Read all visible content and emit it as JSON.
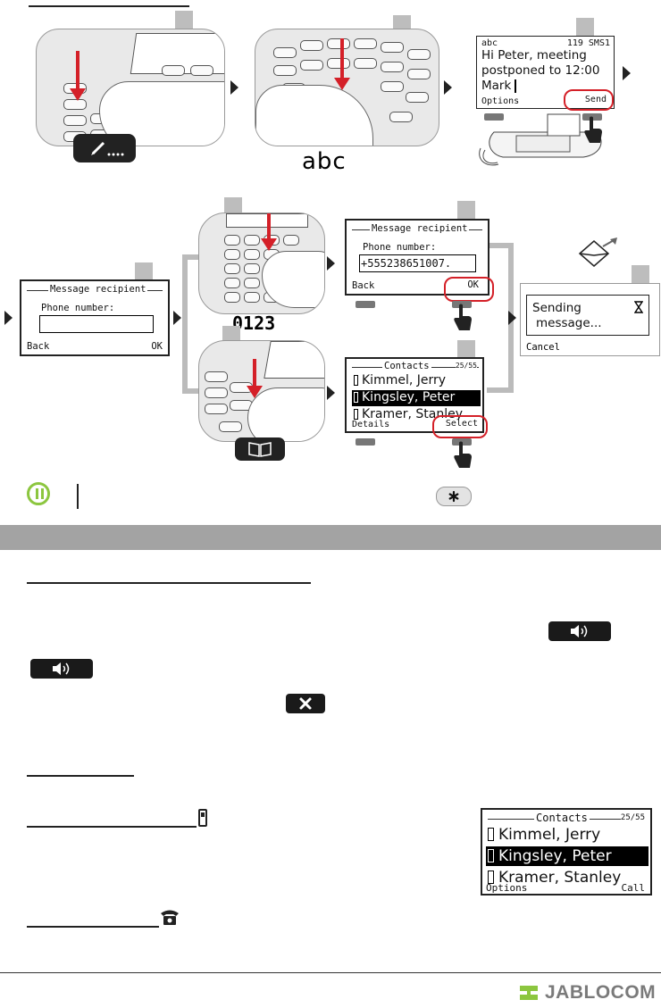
{
  "step_badges": [
    "",
    "",
    "",
    "",
    "",
    "",
    "",
    "",
    ""
  ],
  "sms_screen": {
    "status_left": "abc",
    "status_right": "119 SMS1",
    "message_lines": [
      "Hi Peter, meeting",
      "postponed to 12:00",
      "Mark"
    ],
    "soft_left": "Options",
    "soft_right": "Send"
  },
  "mode_abc": "abc",
  "mode_digits": "0123",
  "recipient_empty": {
    "title": "Message recipient",
    "field_label": "Phone number:",
    "field_value": "",
    "soft_left": "Back",
    "soft_right": "OK"
  },
  "recipient_filled": {
    "title": "Message recipient",
    "field_label": "Phone number:",
    "field_value": "+555238651007.",
    "soft_left": "Back",
    "soft_right": "OK"
  },
  "contacts_select": {
    "title": "Contacts",
    "counter": "25/55",
    "entries": [
      "Kimmel, Jerry",
      "Kingsley, Peter",
      "Kramer, Stanley"
    ],
    "selected_index": 1,
    "soft_left": "Details",
    "soft_right": "Select"
  },
  "sending": {
    "lines": [
      "Sending",
      "message..."
    ],
    "soft_left": "Cancel"
  },
  "contacts_call": {
    "title": "Contacts",
    "counter": "25/55",
    "entries": [
      "Kimmel, Jerry",
      "Kingsley, Peter",
      "Kramer, Stanley"
    ],
    "selected_index": 1,
    "soft_left": "Options",
    "soft_right": "Call"
  },
  "brand": {
    "name": "JABLOCOM",
    "accent": "#8cc63f",
    "gray": "#7a7a7a"
  },
  "colors": {
    "highlight_ring": "#d42028",
    "section_bar": "#a3a3a3",
    "info_green": "#8cc63f"
  },
  "icons": [
    "pencil-dots-icon",
    "book-icon",
    "envelope-send-icon",
    "hourglass-icon",
    "info-icon",
    "star-key-icon",
    "speaker-key-icon",
    "close-key-icon",
    "mobile-phone-icon",
    "desk-phone-icon",
    "hand-press-icon"
  ]
}
